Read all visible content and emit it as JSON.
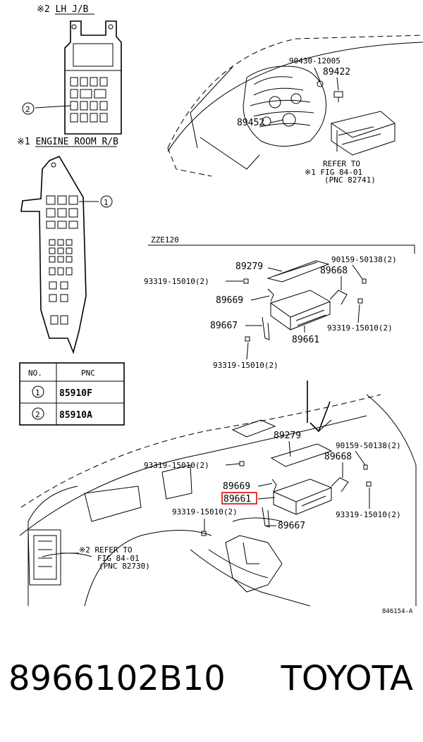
{
  "diagram": {
    "lh_jb_title": "※2 LH J/B",
    "engine_room_title": "※1 ENGINE ROOM R/B",
    "callout_1": "1",
    "callout_2": "2",
    "table": {
      "headers": [
        "NO.",
        "PNC"
      ],
      "rows": [
        {
          "no": "1",
          "pnc": "85910F"
        },
        {
          "no": "2",
          "pnc": "85910A"
        }
      ]
    },
    "engine": {
      "part_90430": "90430-12005",
      "part_89422": "89422",
      "part_89452": "89452",
      "refer_1": "REFER TO",
      "refer_2": "※1 FIG 84-01",
      "refer_3": "(PNC 82741)"
    },
    "zze120": {
      "label": "ZZE120",
      "p89279": "89279",
      "p90159": "90159-50138(2)",
      "p89668": "89668",
      "p93319_a": "93319-15010(2)",
      "p89669": "89669",
      "p89667": "89667",
      "p93319_b": "93319-15010(2)",
      "p89661": "89661",
      "p93319_c": "93319-15010(2)"
    },
    "dash": {
      "p89279": "89279",
      "p90159": "90159-50138(2)",
      "p89668": "89668",
      "p93319_a": "93319-15010(2)",
      "p89669": "89669",
      "p89661": "89661",
      "p93319_b": "93319-15010(2)",
      "p93319_c": "93319-15010(2)",
      "p89667": "89667",
      "refer_1": "※2 REFER TO",
      "refer_2": "FIG 84-01",
      "refer_3": "(PNC 82730)"
    },
    "figure_code": "846154-A"
  },
  "caption": {
    "part_number": "8966102B10",
    "brand": "TOYOTA"
  },
  "colors": {
    "line": "#000000",
    "highlight": "#e02020",
    "background": "#ffffff"
  }
}
